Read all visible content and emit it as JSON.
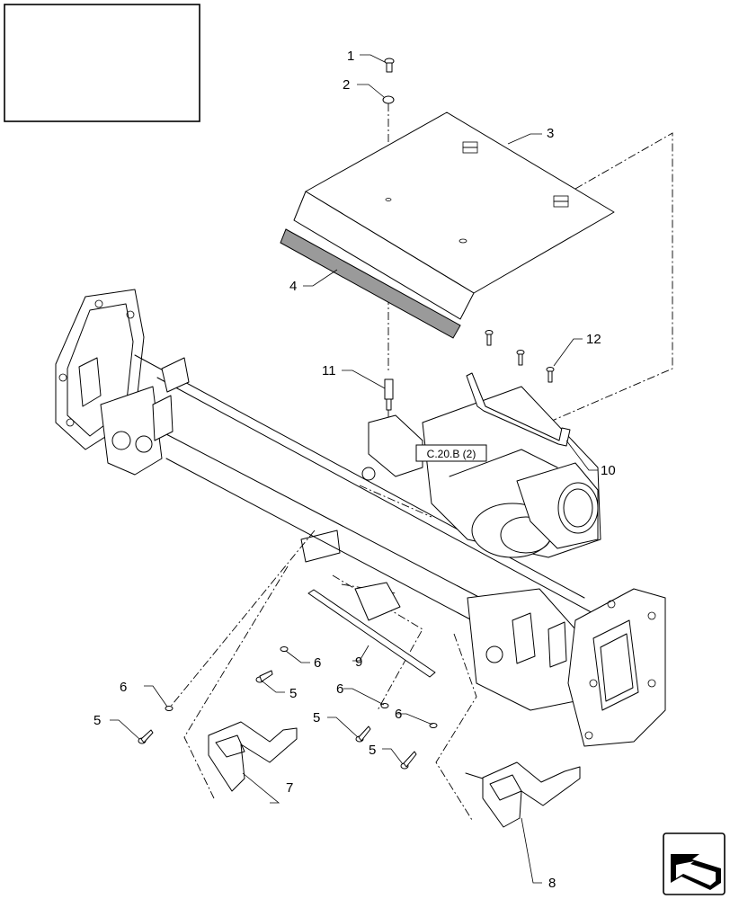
{
  "callouts": [
    "1",
    "2",
    "3",
    "4",
    "5",
    "6",
    "7",
    "8",
    "9",
    "10",
    "11",
    "12"
  ],
  "reference_label": "C.20.B (2)",
  "icons": {
    "title_box": "empty-title-box",
    "nav": "next-page-arrow-icon"
  }
}
